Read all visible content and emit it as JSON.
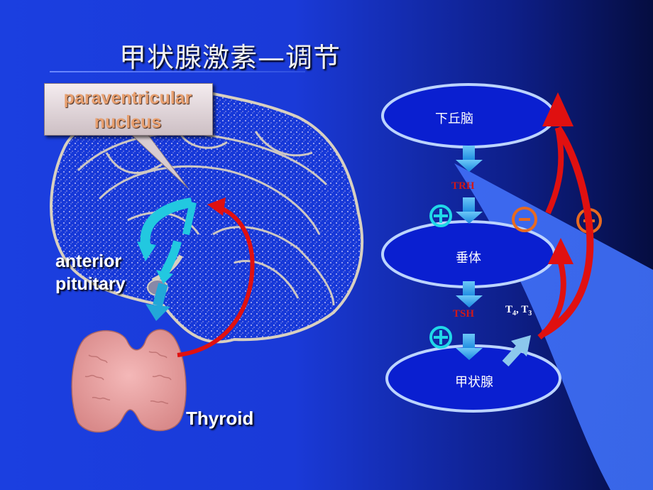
{
  "slide": {
    "title": "甲状腺激素—调节",
    "brain_labels": {
      "paraventricular_line1": "paraventricular",
      "paraventricular_line2": "nucleus",
      "anterior_line1": "anterior",
      "anterior_line2": "pituitary",
      "thyroid": "Thyroid"
    },
    "axis": {
      "hypothalamus": "下丘脑",
      "pituitary": "垂体",
      "thyroid_gland": "甲状腺",
      "trh": "TRH",
      "tsh": "TSH",
      "hormones": {
        "t": "T",
        "sub4": "4",
        "sep": ", ",
        "t2": "T",
        "sub3": "3"
      }
    }
  },
  "colors": {
    "ellipse_fill": "#0a1fd0",
    "ellipse_stroke": "#bcd4ff",
    "feedback_arrow": "#e01010",
    "stimulus_arrow": "#2a8ae0",
    "plus_circle": "#20d8e8",
    "minus_circle": "#e86a20",
    "thyroid_tissue": "#e8a0a0"
  }
}
